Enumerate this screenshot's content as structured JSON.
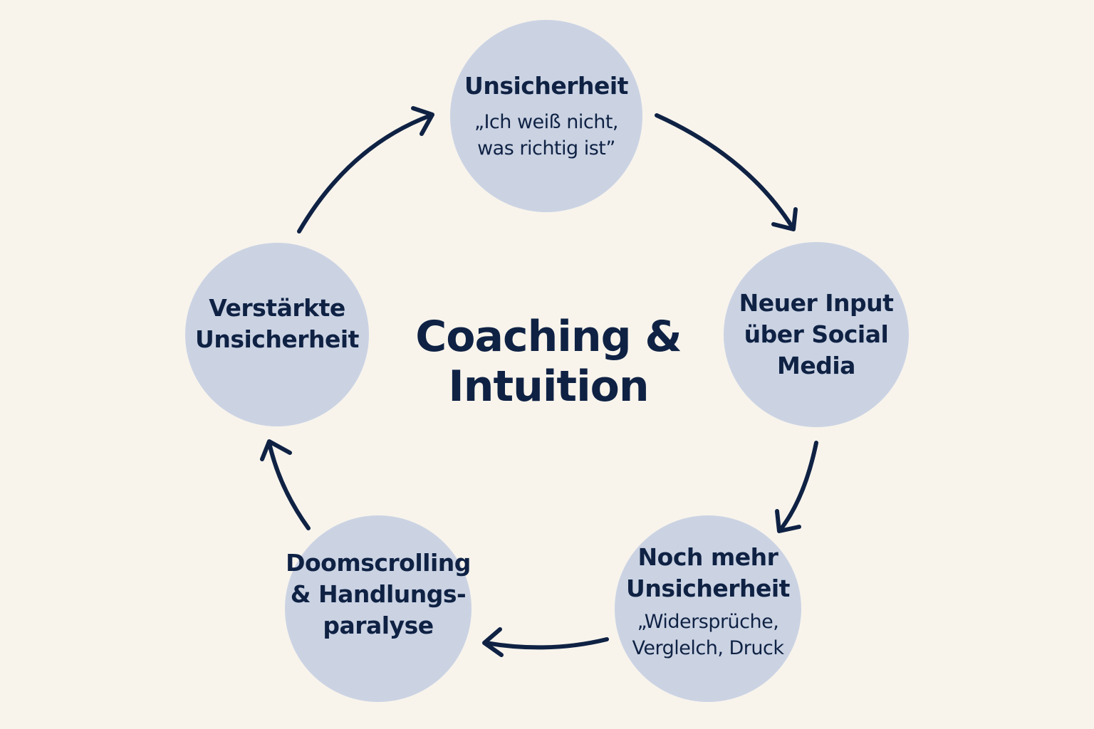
{
  "center_title": {
    "line1": "Coaching &",
    "line2": "Intuition"
  },
  "nodes": [
    {
      "title_lines": [
        "Unsicherheit"
      ],
      "sub_lines": [
        "„Ich weiß nicht,",
        "was richtig ist”"
      ]
    },
    {
      "title_lines": [
        "Neuer Input",
        "über Social",
        "Media"
      ]
    },
    {
      "title_lines": [
        "Noch mehr",
        "Unsicherheit"
      ],
      "sub_lines": [
        "„Widersprüche,",
        "Verglelch, Druck"
      ]
    },
    {
      "title_lines": [
        "Doomscrolling",
        "& Handlungs-",
        "paralyse"
      ]
    },
    {
      "title_lines": [
        "Verstärkte",
        "Unsicherheit"
      ]
    }
  ],
  "colors": {
    "background": "#f8f4ec",
    "circle": "#cbd3e3",
    "ink": "#0f2244"
  }
}
